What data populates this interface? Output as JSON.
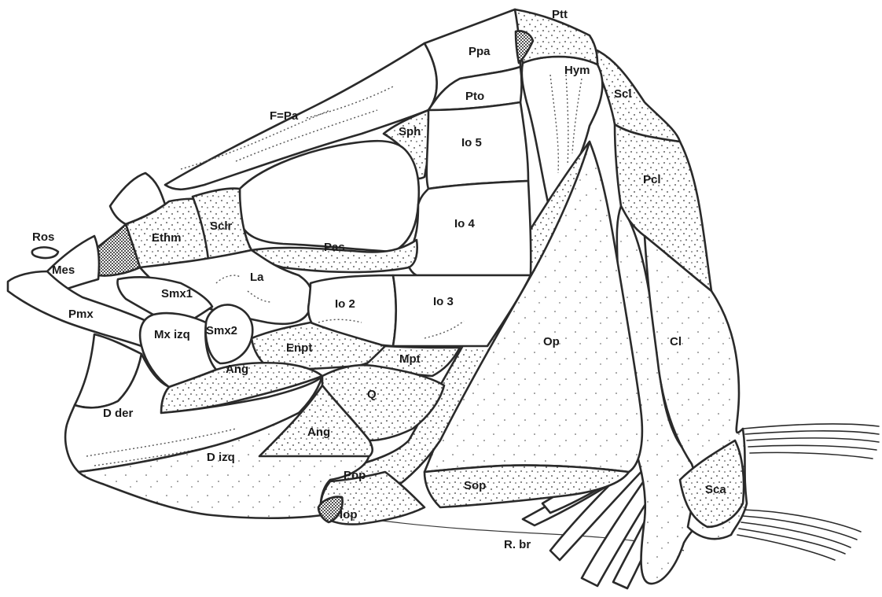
{
  "figure": {
    "labels": {
      "ros": "Ros",
      "mes": "Mes",
      "pmx": "Pmx",
      "ethm": "Ethm",
      "sclr": "Sclr",
      "f_pa": "F=Pa",
      "ppa": "Ppa",
      "ptt": "Ptt",
      "hym": "Hym",
      "pto": "Pto",
      "sph": "Sph",
      "io5": "Io 5",
      "scl": "Scl",
      "pcl": "Pcl",
      "io4": "Io 4",
      "pas": "Pas",
      "la": "La",
      "smx1": "Smx1",
      "smx2": "Smx2",
      "mx_izq": "Mx izq",
      "io2": "Io 2",
      "io3": "Io 3",
      "op": "Op",
      "cl": "Cl",
      "enpt": "Enpt",
      "mpt": "Mpt",
      "ang_upper": "Ang",
      "q": "Q",
      "d_der": "D der",
      "ang_lower": "Ang",
      "d_izq": "D izq",
      "pop": "Pop",
      "sop": "Sop",
      "sca": "Sca",
      "iop": "Iop",
      "r_br": "R. br"
    }
  }
}
